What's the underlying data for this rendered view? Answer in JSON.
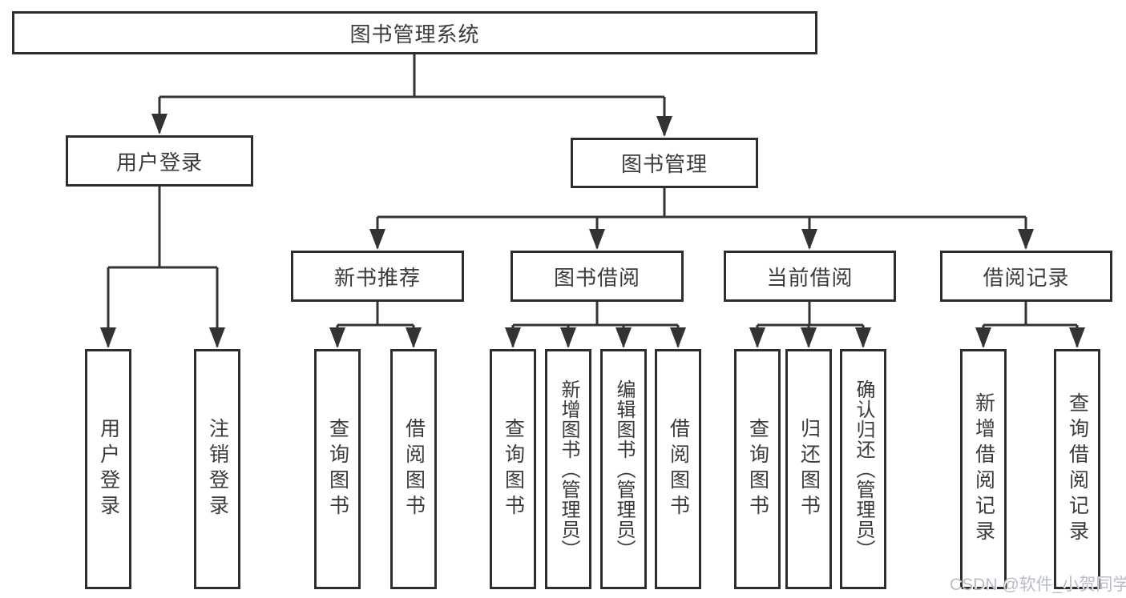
{
  "diagram": {
    "title": "图书管理系统",
    "root": {
      "label": "图书管理系统"
    },
    "branches": [
      {
        "label": "用户登录",
        "children": [
          {
            "label": "用户登录"
          },
          {
            "label": "注销登录"
          }
        ]
      },
      {
        "label": "图书管理",
        "children": [
          {
            "label": "新书推荐",
            "children": [
              {
                "label": "查询图书"
              },
              {
                "label": "借阅图书"
              }
            ]
          },
          {
            "label": "图书借阅",
            "children": [
              {
                "label": "查询图书"
              },
              {
                "label": "新增图书（管理员）"
              },
              {
                "label": "编辑图书（管理员）"
              },
              {
                "label": "借阅图书"
              }
            ]
          },
          {
            "label": "当前借阅",
            "children": [
              {
                "label": "查询图书"
              },
              {
                "label": "归还图书"
              },
              {
                "label": "确认归还（管理员）"
              }
            ]
          },
          {
            "label": "借阅记录",
            "children": [
              {
                "label": "新增借阅记录"
              },
              {
                "label": "查询借阅记录"
              }
            ]
          }
        ]
      }
    ]
  },
  "watermark": {
    "text": "CSDN @软件_小贺同学",
    "color": "#b9bdc4"
  },
  "colors": {
    "line": "#333333",
    "box_border": "#2e2e2e",
    "text": "#3b3b3b",
    "background": "#ffffff"
  }
}
